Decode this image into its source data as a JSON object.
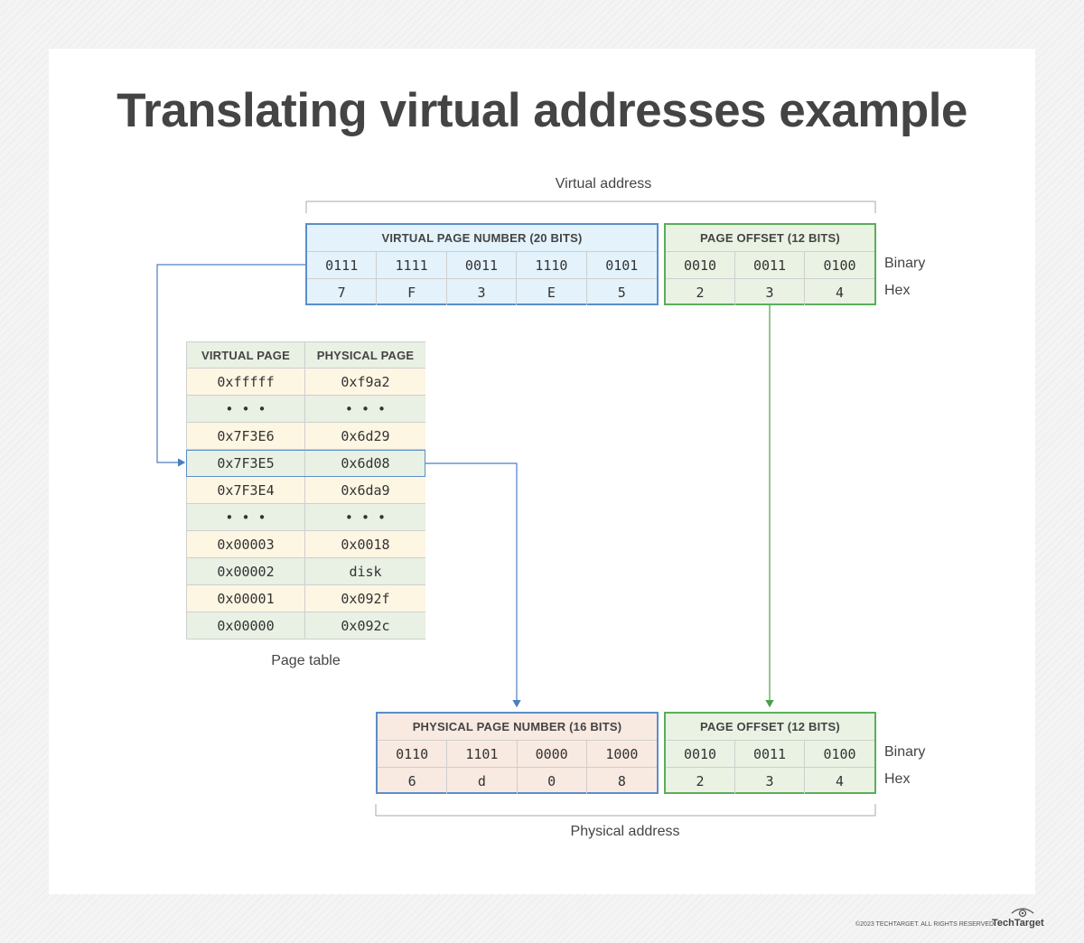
{
  "title": "Translating virtual addresses example",
  "virtual_address": {
    "caption": "Virtual address",
    "vpn": {
      "header": "VIRTUAL PAGE NUMBER (20 BITS)",
      "binary": [
        "0111",
        "1111",
        "0011",
        "1110",
        "0101"
      ],
      "hex": [
        "7",
        "F",
        "3",
        "E",
        "5"
      ]
    },
    "offset": {
      "header": "PAGE OFFSET (12 BITS)",
      "binary": [
        "0010",
        "0011",
        "0100"
      ],
      "hex": [
        "2",
        "3",
        "4"
      ]
    }
  },
  "row_labels": {
    "binary": "Binary",
    "hex": "Hex"
  },
  "page_table": {
    "caption": "Page table",
    "headers": [
      "VIRTUAL PAGE",
      "PHYSICAL PAGE"
    ],
    "rows": [
      [
        "0xfffff",
        "0xf9a2"
      ],
      [
        "• • •",
        "• • •"
      ],
      [
        "0x7F3E6",
        "0x6d29"
      ],
      [
        "0x7F3E5",
        "0x6d08"
      ],
      [
        "0x7F3E4",
        "0x6da9"
      ],
      [
        "• • •",
        "• • •"
      ],
      [
        "0x00003",
        "0x0018"
      ],
      [
        "0x00002",
        "disk"
      ],
      [
        "0x00001",
        "0x092f"
      ],
      [
        "0x00000",
        "0x092c"
      ]
    ],
    "highlighted_row": 3
  },
  "physical_address": {
    "caption": "Physical address",
    "ppn": {
      "header": "PHYSICAL PAGE NUMBER (16 BITS)",
      "binary": [
        "0110",
        "1101",
        "0000",
        "1000"
      ],
      "hex": [
        "6",
        "d",
        "0",
        "8"
      ]
    },
    "offset": {
      "header": "PAGE OFFSET (12 BITS)",
      "binary": [
        "0010",
        "0011",
        "0100"
      ],
      "hex": [
        "2",
        "3",
        "4"
      ]
    }
  },
  "colors": {
    "blue_fill": "#e3f2fb",
    "blue_border": "#5b8ec9",
    "green_fill": "#eaf2e4",
    "green_border": "#5aae5a",
    "peach_fill": "#f8e9e1",
    "yellow_row": "#fdf6e3",
    "green_row": "#e9f0e4",
    "grid_line": "#cfcfcf"
  },
  "footer": {
    "copyright": "©2023 TECHTARGET. ALL RIGHTS RESERVED",
    "brand": "TechTarget",
    "logo_icon": "eye-icon"
  }
}
